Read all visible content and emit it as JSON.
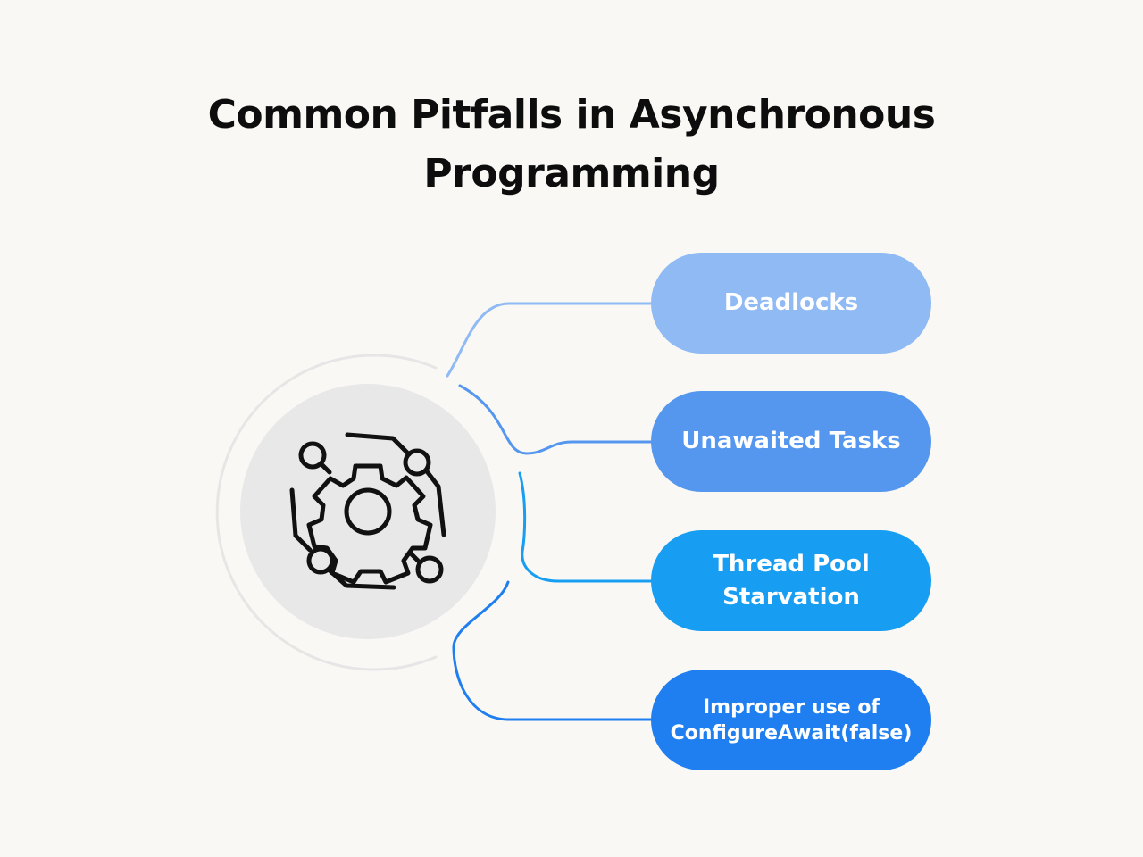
{
  "title": "Common Pitfalls in Asynchronous Programming",
  "central_icon": "gear-network-icon",
  "items": [
    {
      "label": "Deadlocks",
      "color": "#8fbaf4"
    },
    {
      "label": "Unawaited Tasks",
      "color": "#5597ee"
    },
    {
      "label": "Thread Pool Starvation",
      "color": "#179ef3"
    },
    {
      "label": "Improper use of ConfigureAwait(false)",
      "color": "#1f7ff0"
    }
  ],
  "colors": {
    "background": "#f9f8f4",
    "hub_ring": "#e6e6e6",
    "hub_fill": "#e8e8e9",
    "icon_stroke": "#111111"
  }
}
